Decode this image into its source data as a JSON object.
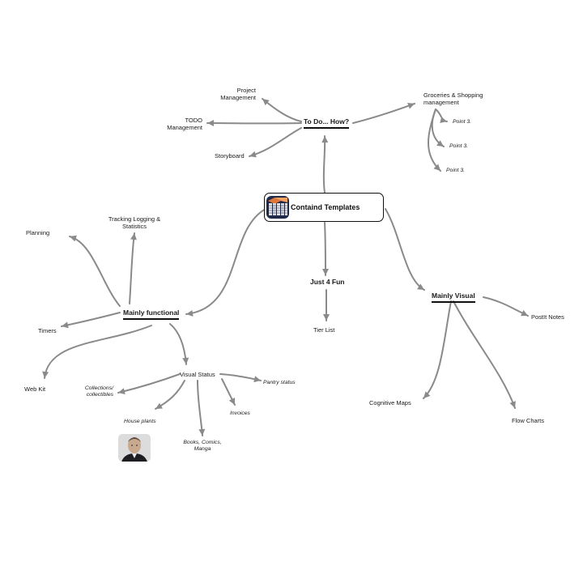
{
  "root": {
    "label": "Containd Templates",
    "icon": "template-stack-icon"
  },
  "hubs": {
    "todo": "To Do... How?",
    "fun": "Just 4 Fun",
    "functional": "Mainly functional",
    "visual": "Mainly Visual"
  },
  "todo_children": {
    "project_line1": "Project",
    "project_line2": "Management",
    "todo_line1": "TODO",
    "todo_line2": "Management",
    "storyboard": "Storyboard",
    "groceries_line1": "Groceries & Shopping",
    "groceries_line2": "management",
    "points": [
      "Point 3.",
      "Point 3.",
      "Point 3."
    ]
  },
  "fun_children": {
    "tier": "Tier List"
  },
  "visual_children": {
    "postit": "PostIt Notes",
    "cognitive": "Cognitive Maps",
    "flow": "Flow Charts"
  },
  "functional_children": {
    "planning": "Planning",
    "tracking_line1": "Tracking Logging &",
    "tracking_line2": "Statistics",
    "timers": "Timers",
    "webkit": "Web Kit",
    "visual_status": "Visual Status"
  },
  "status_children": {
    "collections_line1": "Collections/",
    "collections_line2": "collectibles",
    "pantry": "Pantry status",
    "house_plants": "House plants",
    "invoices": "Invoices",
    "books_line1": "Books, Comics,",
    "books_line2": "Manga"
  },
  "images": {
    "avatar": "person-photo-icon"
  },
  "colors": {
    "edge": "#8a8a8a",
    "text": "#111111",
    "icon_orange": "#e0773a",
    "icon_navy": "#1f2a4a"
  }
}
